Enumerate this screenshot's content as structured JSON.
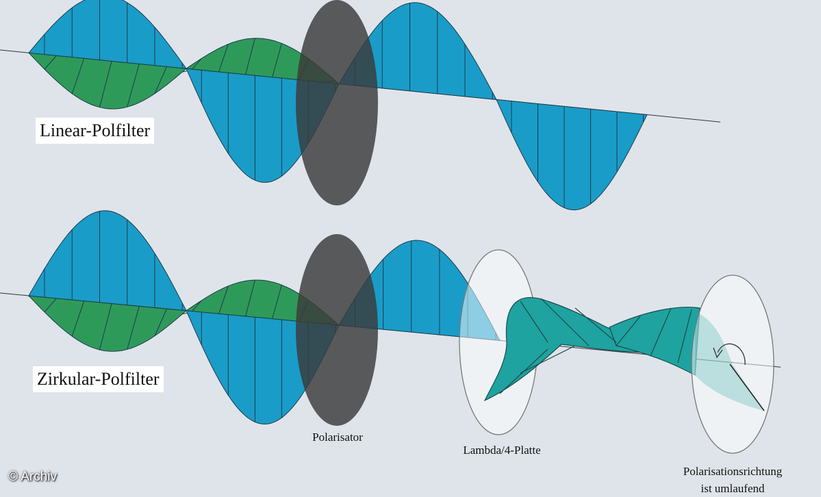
{
  "labels": {
    "linear": "Linear-Polfilter",
    "circular": "Zirkular-Polfilter",
    "polarizer": "Polarisator",
    "quarter_wave_plate": "Lambda/4-Platte",
    "rotation_line1": "Polarisationsrichtung",
    "rotation_line2": "ist umlaufend"
  },
  "copyright": "© Archiv",
  "colors": {
    "background": "#dfe4ea",
    "vertical_wave": "#1a9cc8",
    "horizontal_wave": "#2e9a5a",
    "circular_wave": "#1fa3a0",
    "polarizer": "#3a3a3a"
  }
}
